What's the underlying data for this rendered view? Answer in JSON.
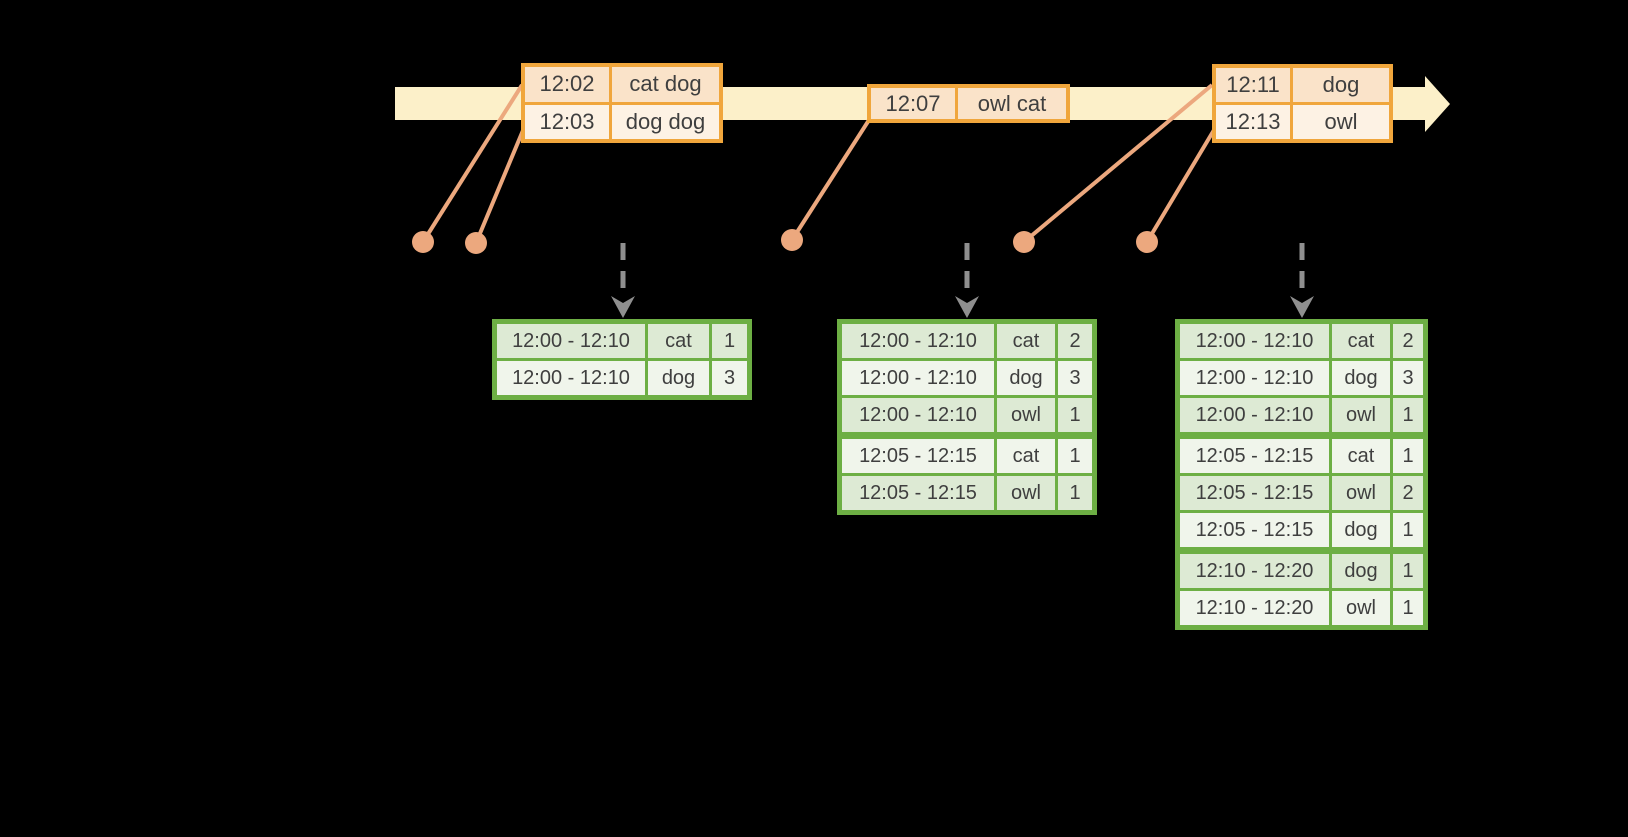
{
  "colors": {
    "background": "#000000",
    "timeline_fill": "#FCF0C9",
    "event_box_border": "#F0A63C",
    "event_row_dark": "#FAE3C9",
    "event_row_light": "#FDF2E4",
    "connector_salmon": "#ECA87E",
    "trigger_arrow_gray": "#8F8F8F",
    "table_border_green": "#6DAF44",
    "table_row_dark": "#DDEAD4",
    "table_row_light": "#F0F5EB",
    "text": "#3F3F3F"
  },
  "timeline": {
    "events": [
      {
        "entries": [
          {
            "time": "12:02",
            "words": "cat dog"
          },
          {
            "time": "12:03",
            "words": "dog dog"
          }
        ]
      },
      {
        "entries": [
          {
            "time": "12:07",
            "words": "owl cat"
          }
        ]
      },
      {
        "entries": [
          {
            "time": "12:11",
            "words": "dog"
          },
          {
            "time": "12:13",
            "words": "owl"
          }
        ]
      }
    ]
  },
  "result_tables": [
    {
      "rows": [
        {
          "window": "12:00 - 12:10",
          "word": "cat",
          "count": "1"
        },
        {
          "window": "12:00 - 12:10",
          "word": "dog",
          "count": "3"
        }
      ],
      "group_breaks": []
    },
    {
      "rows": [
        {
          "window": "12:00 - 12:10",
          "word": "cat",
          "count": "2"
        },
        {
          "window": "12:00 - 12:10",
          "word": "dog",
          "count": "3"
        },
        {
          "window": "12:00 - 12:10",
          "word": "owl",
          "count": "1"
        },
        {
          "window": "12:05 - 12:15",
          "word": "cat",
          "count": "1"
        },
        {
          "window": "12:05 - 12:15",
          "word": "owl",
          "count": "1"
        }
      ],
      "group_breaks": [
        3
      ]
    },
    {
      "rows": [
        {
          "window": "12:00 - 12:10",
          "word": "cat",
          "count": "2"
        },
        {
          "window": "12:00 - 12:10",
          "word": "dog",
          "count": "3"
        },
        {
          "window": "12:00 - 12:10",
          "word": "owl",
          "count": "1"
        },
        {
          "window": "12:05 - 12:15",
          "word": "cat",
          "count": "1"
        },
        {
          "window": "12:05 - 12:15",
          "word": "owl",
          "count": "2"
        },
        {
          "window": "12:05 - 12:15",
          "word": "dog",
          "count": "1"
        },
        {
          "window": "12:10 - 12:20",
          "word": "dog",
          "count": "1"
        },
        {
          "window": "12:10 - 12:20",
          "word": "owl",
          "count": "1"
        }
      ],
      "group_breaks": [
        3,
        6
      ]
    }
  ]
}
